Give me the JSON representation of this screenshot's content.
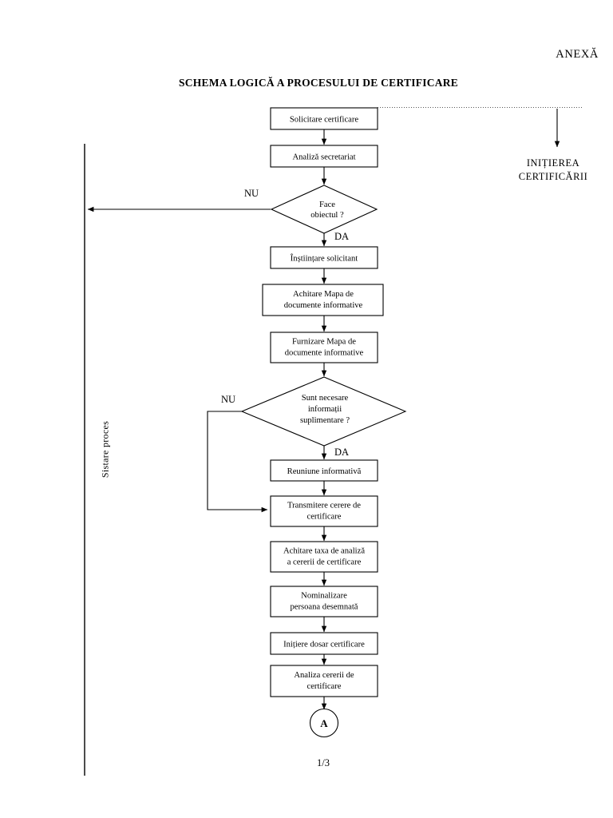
{
  "header": {
    "annex_label": "ANEXĂ",
    "title": "SCHEMA LOGICĂ A PROCESULUI DE CERTIFICARE"
  },
  "annotations": {
    "phase_line1": "INIȚIEREA",
    "phase_line2": "CERTIFICĂRII",
    "side_rail_label": "Sistare proces"
  },
  "footer": {
    "page_number": "1/3"
  },
  "chart_data": {
    "type": "diagram",
    "title": "SCHEMA LOGICĂ A PROCESULUI DE CERTIFICARE",
    "nodes": [
      {
        "id": "n1",
        "kind": "process",
        "text": [
          "Solicitare certificare"
        ]
      },
      {
        "id": "n2",
        "kind": "process",
        "text": [
          "Analiză secretariat"
        ]
      },
      {
        "id": "d1",
        "kind": "decision",
        "text": [
          "Face",
          "obiectul ?"
        ]
      },
      {
        "id": "n3",
        "kind": "process",
        "text": [
          "Înștiințare solicitant"
        ]
      },
      {
        "id": "n4",
        "kind": "process",
        "text": [
          "Achitare Mapa de",
          "documente informative"
        ]
      },
      {
        "id": "n5",
        "kind": "process",
        "text": [
          "Furnizare Mapa de",
          "documente informative"
        ]
      },
      {
        "id": "d2",
        "kind": "decision",
        "text": [
          "Sunt necesare",
          "informații",
          "suplimentare ?"
        ]
      },
      {
        "id": "n6",
        "kind": "process",
        "text": [
          "Reuniune informativă"
        ]
      },
      {
        "id": "n7",
        "kind": "process",
        "text": [
          "Transmitere cerere de",
          "certificare"
        ]
      },
      {
        "id": "n8",
        "kind": "process",
        "text": [
          "Achitare taxa de analiză",
          "a cererii de certificare"
        ]
      },
      {
        "id": "n9",
        "kind": "process",
        "text": [
          "Nominalizare",
          "persoana desemnată"
        ]
      },
      {
        "id": "n10",
        "kind": "process",
        "text": [
          "Inițiere dosar certificare"
        ]
      },
      {
        "id": "n11",
        "kind": "process",
        "text": [
          "Analiza cererii de",
          "certificare"
        ]
      },
      {
        "id": "c1",
        "kind": "connector",
        "text": [
          "A"
        ]
      }
    ],
    "branch_labels": {
      "d1_no": "NU",
      "d1_yes": "DA",
      "d2_no": "NU",
      "d2_yes": "DA"
    },
    "edges": [
      {
        "from": "n1",
        "to": "n2",
        "label": ""
      },
      {
        "from": "n2",
        "to": "d1",
        "label": ""
      },
      {
        "from": "d1",
        "to": "stop-rail",
        "label": "NU"
      },
      {
        "from": "d1",
        "to": "n3",
        "label": "DA"
      },
      {
        "from": "n3",
        "to": "n4",
        "label": ""
      },
      {
        "from": "n4",
        "to": "n5",
        "label": ""
      },
      {
        "from": "n5",
        "to": "d2",
        "label": ""
      },
      {
        "from": "d2",
        "to": "n7",
        "label": "NU"
      },
      {
        "from": "d2",
        "to": "n6",
        "label": "DA"
      },
      {
        "from": "n6",
        "to": "n7",
        "label": ""
      },
      {
        "from": "n7",
        "to": "n8",
        "label": ""
      },
      {
        "from": "n8",
        "to": "n9",
        "label": ""
      },
      {
        "from": "n9",
        "to": "n10",
        "label": ""
      },
      {
        "from": "n10",
        "to": "n11",
        "label": ""
      },
      {
        "from": "n11",
        "to": "c1",
        "label": ""
      }
    ],
    "phase_annotation": "INIȚIEREA CERTIFICĂRII",
    "rail_annotation": "Sistare proces",
    "page_label": "1/3"
  }
}
